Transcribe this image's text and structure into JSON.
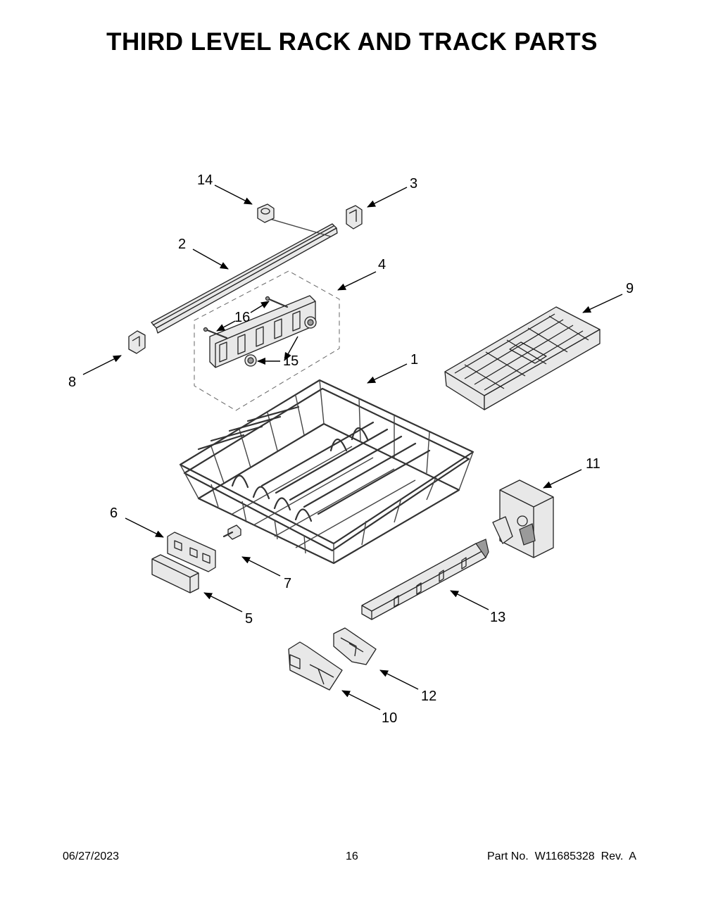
{
  "title": "THIRD LEVEL RACK AND TRACK PARTS",
  "callouts": {
    "c1": "1",
    "c2": "2",
    "c3": "3",
    "c4": "4",
    "c5": "5",
    "c6": "6",
    "c7": "7",
    "c8": "8",
    "c9": "9",
    "c10": "10",
    "c11": "11",
    "c12": "12",
    "c13": "13",
    "c14": "14",
    "c15": "15",
    "c16": "16"
  },
  "footer": {
    "date": "06/27/2023",
    "page": "16",
    "part": "Part No.  W11685328  Rev.  A"
  }
}
